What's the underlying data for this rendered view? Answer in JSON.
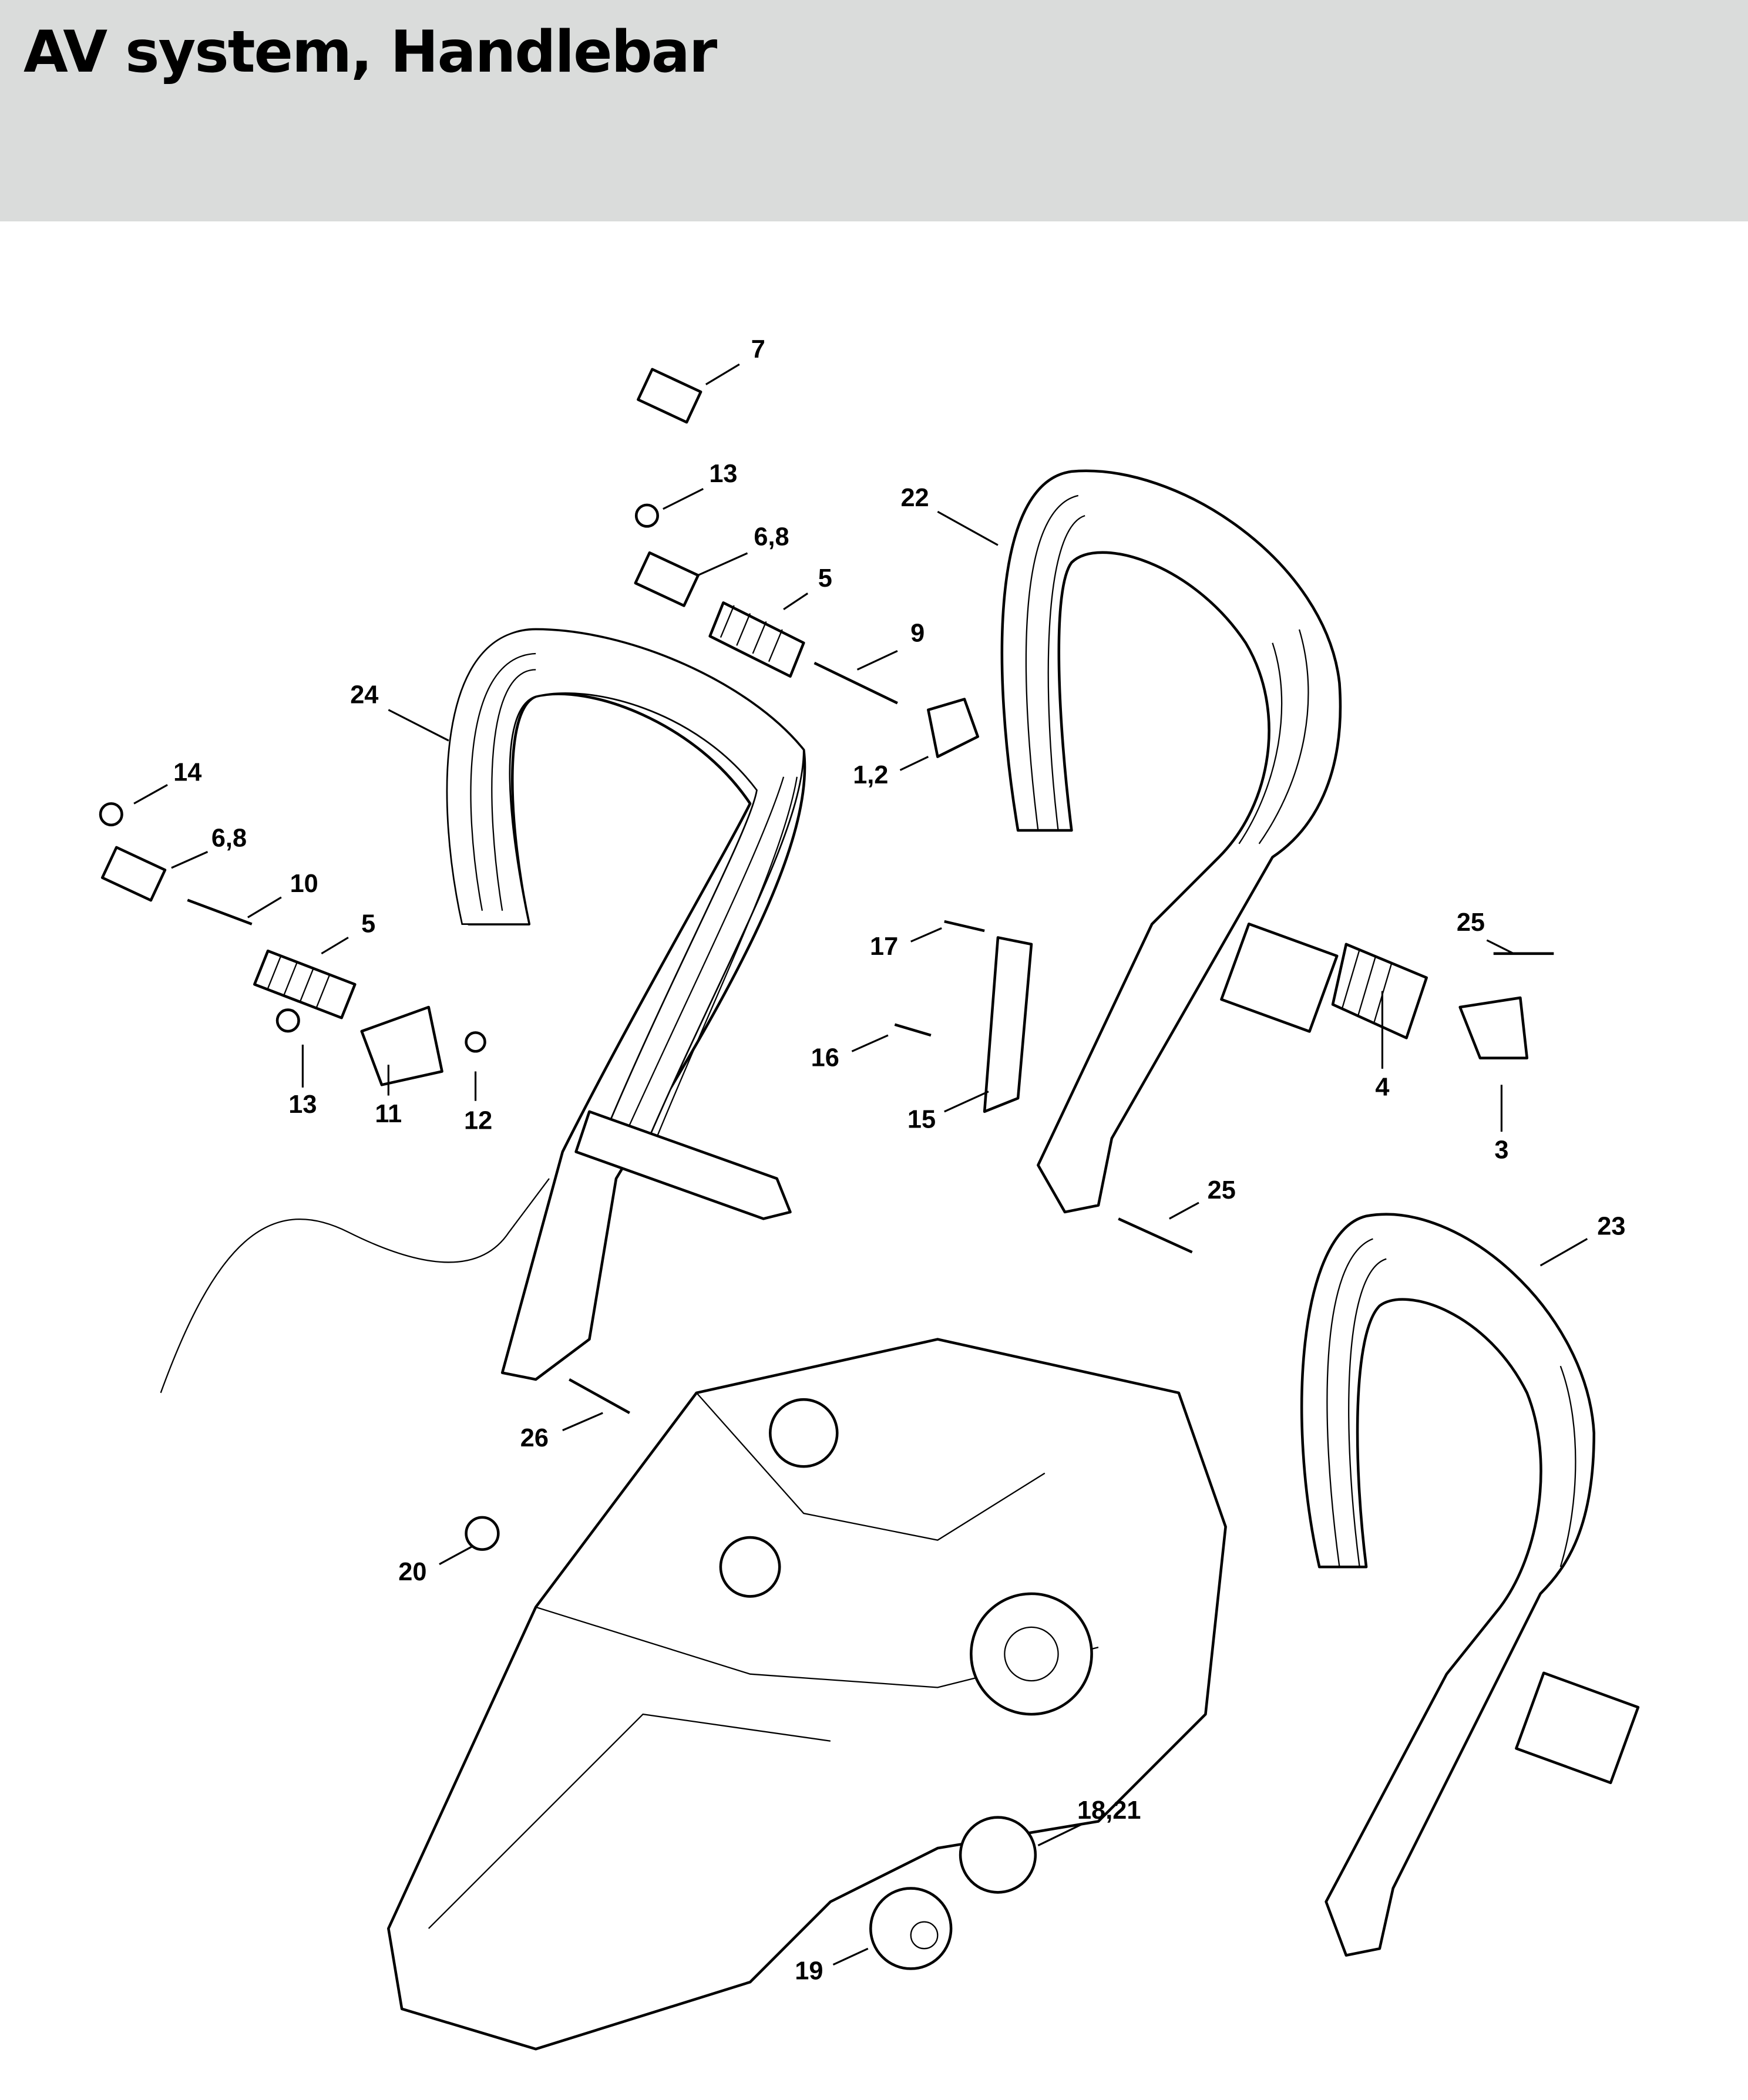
{
  "header": {
    "title": "AV system, Handlebar"
  },
  "callouts": [
    "7",
    "13",
    "6,8",
    "5",
    "22",
    "9",
    "24",
    "1,2",
    "14",
    "6,8",
    "10",
    "5",
    "25",
    "17",
    "13",
    "11",
    "12",
    "16",
    "4",
    "15",
    "3",
    "25",
    "23",
    "26",
    "20",
    "18,21",
    "19"
  ],
  "colors": {
    "header_bg": "#dadcdb",
    "line": "#000000"
  }
}
